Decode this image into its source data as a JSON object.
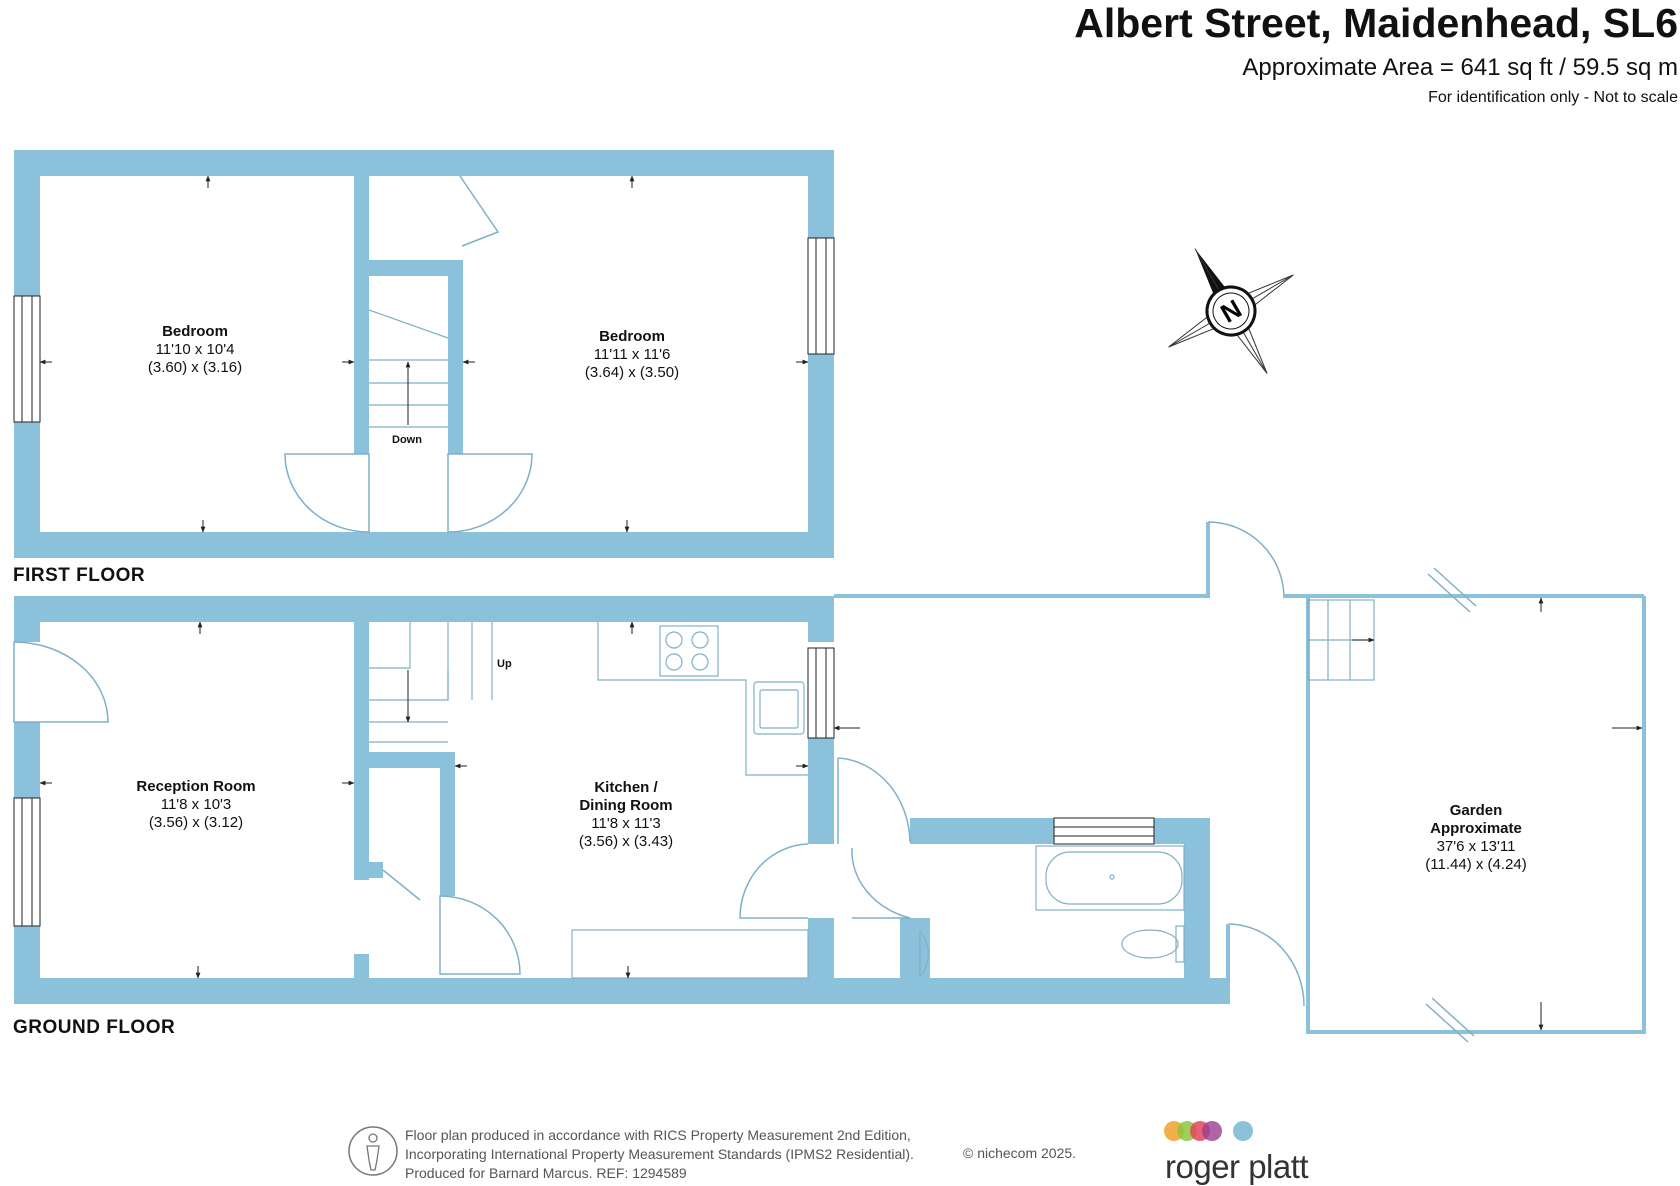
{
  "header": {
    "title": "Albert Street, Maidenhead, SL6",
    "area": "Approximate Area = 641 sq ft / 59.5 sq m",
    "note": "For identification only - Not to scale"
  },
  "compass": {
    "letter": "N"
  },
  "first_floor": {
    "label": "FIRST FLOOR",
    "stairs_label": "Down",
    "rooms": [
      {
        "name": "Bedroom",
        "size_imperial": "11'10 x 10'4",
        "size_metric": "(3.60) x (3.16)"
      },
      {
        "name": "Bedroom",
        "size_imperial": "11'11 x 11'6",
        "size_metric": "(3.64) x (3.50)"
      }
    ]
  },
  "ground_floor": {
    "label": "GROUND FLOOR",
    "stairs_label": "Up",
    "rooms": [
      {
        "name": "Reception Room",
        "size_imperial": "11'8 x 10'3",
        "size_metric": "(3.56) x (3.12)"
      },
      {
        "name_line1": "Kitchen /",
        "name_line2": "Dining Room",
        "size_imperial": "11'8 x 11'3",
        "size_metric": "(3.56) x (3.43)"
      },
      {
        "name_line1": "Garden",
        "name_line2": "Approximate",
        "size_imperial": "37'6 x 13'11",
        "size_metric": "(11.44) x (4.24)"
      }
    ]
  },
  "footer": {
    "line1": "Floor plan produced in accordance with RICS Property Measurement 2nd Edition,",
    "line2": "Incorporating International Property Measurement Standards (IPMS2 Residential).",
    "line3": "Produced for Barnard Marcus.   REF:  1294589",
    "copyright": "© nichecom 2025.",
    "brand": "roger platt"
  },
  "colors": {
    "wall": "#8cc1dc",
    "line": "#7fb0c8",
    "text": "#111111",
    "brand_dots": [
      "#f2a63a",
      "#8dc63f",
      "#e0475b",
      "#9b3f8f",
      "#8cc1dc"
    ]
  }
}
